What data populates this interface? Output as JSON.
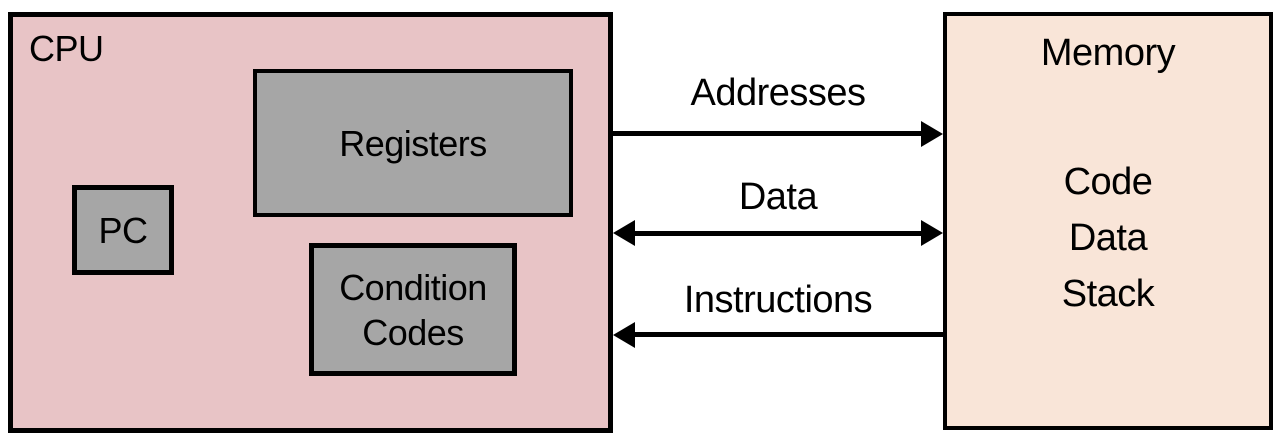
{
  "cpu": {
    "label": "CPU",
    "registers": {
      "label": "Registers"
    },
    "pc": {
      "label": "PC"
    },
    "condition_codes": {
      "label": "Condition\nCodes"
    }
  },
  "memory": {
    "label": "Memory",
    "segments": [
      "Code",
      "Data",
      "Stack"
    ]
  },
  "buses": [
    {
      "label": "Addresses",
      "direction": "cpu-to-memory"
    },
    {
      "label": "Data",
      "direction": "bidirectional"
    },
    {
      "label": "Instructions",
      "direction": "memory-to-cpu"
    }
  ],
  "colors": {
    "cpu_fill": "#e8c4c6",
    "memory_fill": "#f9e5d8",
    "component_fill": "#a6a6a6",
    "outline": "#000000",
    "background": "#ffffff"
  }
}
